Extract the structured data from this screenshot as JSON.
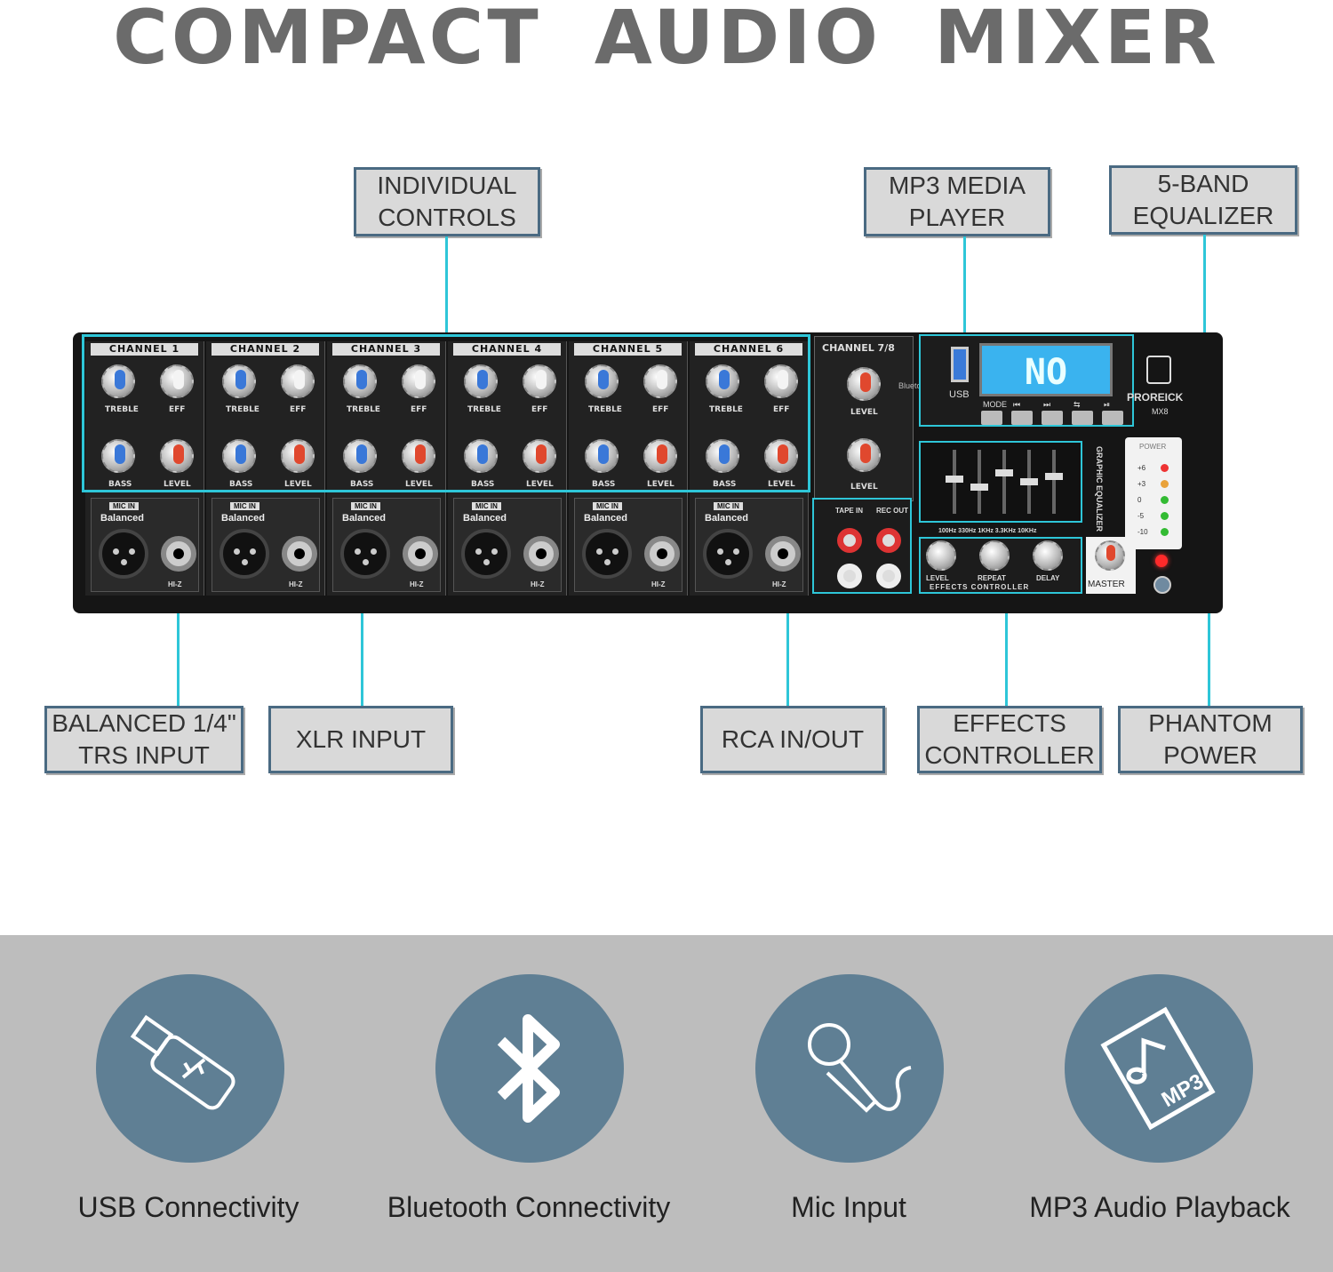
{
  "title": "COMPACT  AUDIO  MIXER",
  "callouts": {
    "individual_controls": [
      "INDIVIDUAL",
      "CONTROLS"
    ],
    "mp3_media_player": [
      "MP3 MEDIA",
      "PLAYER"
    ],
    "equalizer": [
      "5-BAND",
      "EQUALIZER"
    ],
    "trs_input": [
      "BALANCED 1/4\"",
      "TRS INPUT"
    ],
    "xlr_input": [
      "XLR INPUT"
    ],
    "rca": [
      "RCA IN/OUT"
    ],
    "effects": [
      "EFFECTS",
      "CONTROLLER"
    ],
    "phantom": [
      "PHANTOM",
      "POWER"
    ]
  },
  "mixer": {
    "channels": [
      "CHANNEL 1",
      "CHANNEL 2",
      "CHANNEL 3",
      "CHANNEL 4",
      "CHANNEL 5",
      "CHANNEL 6"
    ],
    "channel78": "CHANNEL 7/8",
    "knob_labels": {
      "treble": "TREBLE",
      "eff": "EFF",
      "bass": "BASS",
      "level": "LEVEL"
    },
    "mic_in": "MIC IN",
    "balanced": "Balanced",
    "hiz": "HI-Z",
    "bluetooth": "Bluetooth",
    "usb": "USB",
    "lcd": "NO",
    "player_buttons": [
      "MODE",
      "⏮",
      "⏭",
      "⇆",
      "⏯"
    ],
    "brand": "PROREICK",
    "model": "MX8",
    "eq_freqs": "100Hz 330Hz 1KHz 3.3KHz 10KHz",
    "eq_title": "GRAPHIC EQUALIZER",
    "tape_in": "TAPE IN",
    "rec_out": "REC OUT",
    "fx_labels": [
      "LEVEL",
      "REPEAT",
      "DELAY"
    ],
    "fx_title": "EFFECTS CONTROLLER",
    "master": "MASTER",
    "power": "POWER",
    "meter": [
      "+6",
      "+3",
      "0",
      "-5",
      "-10"
    ]
  },
  "features": [
    {
      "label": "USB Connectivity",
      "icon": "usb-drive-icon"
    },
    {
      "label": "Bluetooth Connectivity",
      "icon": "bluetooth-icon"
    },
    {
      "label": "Mic Input",
      "icon": "microphone-icon"
    },
    {
      "label": "MP3 Audio Playback",
      "icon": "mp3-file-icon"
    }
  ],
  "colors": {
    "accent_line": "#2ec6d8",
    "circle": "#5f7f94",
    "band": "#bdbdbd"
  }
}
